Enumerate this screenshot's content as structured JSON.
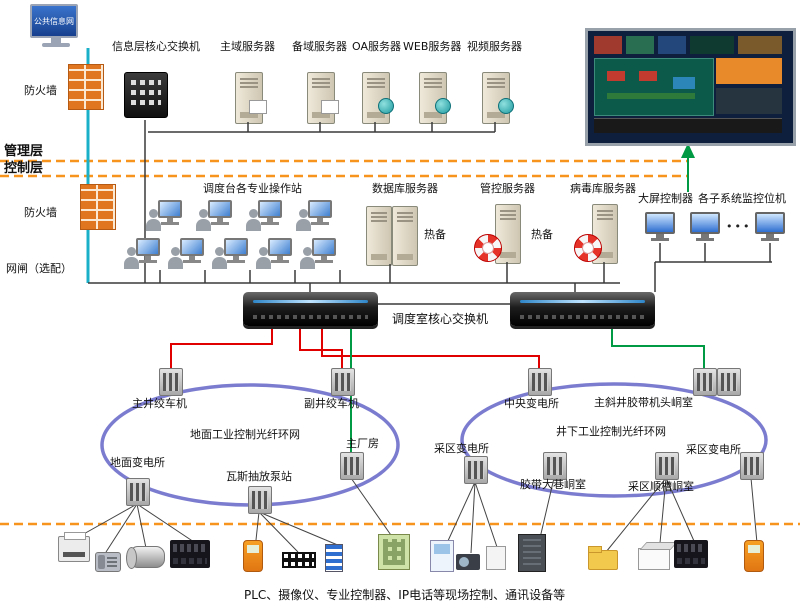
{
  "colors": {
    "dashed_line": "#f7941d",
    "info_link_cyan": "#19b0c8",
    "control_link_red": "#e00000",
    "control_link_green": "#009a44",
    "ring_stroke": "#7b7bd0"
  },
  "icons": {
    "public-info-monitor": "crt-monitor-blue-screen",
    "firewall-icon": "orange-brick-wall",
    "info-core-switch-icon": "black-stacked-switch",
    "server-icon": "beige-tower-server",
    "globe-icon": "teal-globe",
    "workstation-icon": "monitor-with-person",
    "lifering-icon": "red-white-life-ring",
    "dispatch-core-switch-icon": "long-black-rack-switch",
    "ring-node-icon": "gray-terminal-box",
    "video-wall": "multi-screen-grid",
    "monitor-icon": "desktop-monitor"
  },
  "top_left": {
    "public_info_net": "公共信息网",
    "firewall_upper": "防火墙",
    "firewall_lower": "防火墙",
    "gateway_optional": "网闸（选配）",
    "info_core_switch": "信息层核心交换机"
  },
  "layers": {
    "management": "管理层",
    "control": "控制层"
  },
  "servers_row": {
    "labels": [
      "主域服务器",
      "备域服务器",
      "OA服务器",
      "WEB服务器",
      "视频服务器"
    ]
  },
  "middle": {
    "operator_stations": "调度台各专业操作站",
    "database_server": "数据库服务器",
    "hot_standby_db": "热备",
    "control_server": "管控服务器",
    "hot_standby_ctrl": "热备",
    "virus_server": "病毒库服务器",
    "big_screen_controller": "大屏控制器",
    "subsystem_monitors": "各子系统监控位机",
    "ellipsis": "•••",
    "dispatch_core_switch": "调度室核心交换机"
  },
  "ring_surface": {
    "name": "地面工业控制光纤环网",
    "nodes": [
      "主井绞车机",
      "副井绞车机",
      "主厂房",
      "地面变电所",
      "瓦斯抽放泵站"
    ]
  },
  "ring_underground": {
    "name": "井下工业控制光纤环网",
    "nodes": [
      "中央变电所",
      "主斜井胶带机头峒室",
      "采区变电所",
      "采区变电所",
      "胶带大巷峒室",
      "采区顺槽峒室"
    ]
  },
  "bottom": {
    "caption": "PLC、摄像仪、专业控制器、IP电话等现场控制、通讯设备等"
  }
}
